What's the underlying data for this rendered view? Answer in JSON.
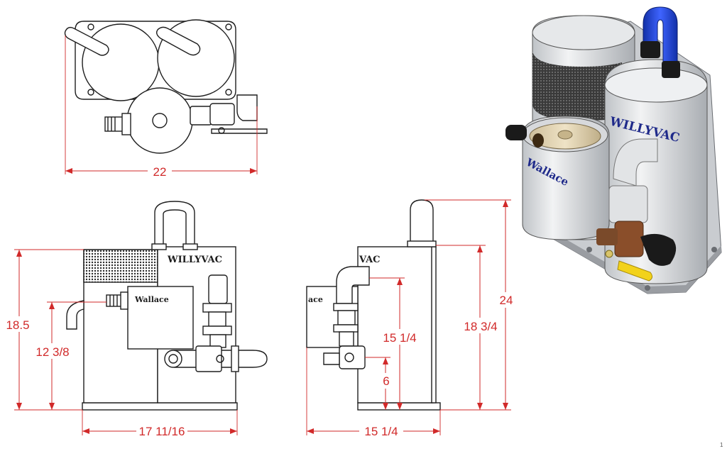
{
  "views": {
    "top": {
      "width_label": "22"
    },
    "front": {
      "brand_label": "WILLYVAC",
      "box_label": "Wallace",
      "height_label": "18.5",
      "inlet_height_label": "12 3/8",
      "width_label": "17 11/16"
    },
    "side": {
      "brand_label": "VAC",
      "box_label": "ace",
      "upper_port_label": "15 1/4",
      "lower_port_label": "6",
      "tank_height_label": "18 3/4",
      "overall_height_label": "24",
      "width_label": "15 1/4"
    },
    "iso": {
      "brand_label": "WILLYVAC",
      "box_label": "Wallace"
    }
  },
  "sheet": {
    "corner_mark": "1"
  },
  "colors": {
    "dimension": "#d12a2a",
    "outline": "#1e1e1e",
    "hose_blue": "#1f3fd6",
    "handle_yellow": "#f2d21b",
    "valve_brass": "#7a4a2a"
  }
}
